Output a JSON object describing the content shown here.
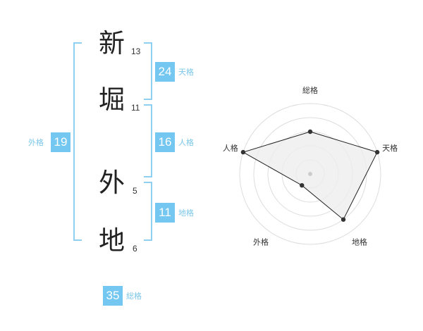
{
  "name": {
    "chars": [
      {
        "kanji": "新",
        "strokes": "13"
      },
      {
        "kanji": "堀",
        "strokes": "11"
      },
      {
        "kanji": "外",
        "strokes": "5"
      },
      {
        "kanji": "地",
        "strokes": "6"
      }
    ]
  },
  "kaku": {
    "tenkaku": {
      "value": "24",
      "label": "天格"
    },
    "jinkaku": {
      "value": "16",
      "label": "人格"
    },
    "chikaku": {
      "value": "11",
      "label": "地格"
    },
    "gaikaku": {
      "value": "19",
      "label": "外格"
    },
    "soukaku": {
      "value": "35",
      "label": "総格"
    }
  },
  "colors": {
    "accent": "#73c7f0",
    "bracket": "#8fd0f0",
    "label": "#7cc7ea"
  },
  "chart_data": {
    "type": "radar",
    "axes": [
      "総格",
      "天格",
      "地格",
      "外格",
      "人格"
    ],
    "rings": 5,
    "values": [
      3,
      5,
      4,
      1,
      5
    ],
    "max": 5,
    "fill": "#eeeeee",
    "stroke": "#222222"
  }
}
